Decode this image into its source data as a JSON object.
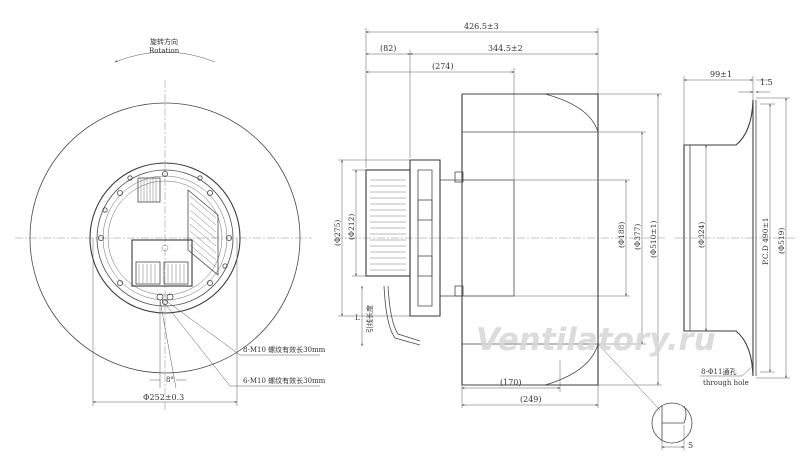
{
  "front_view": {
    "rotation_cn": "旋转方向",
    "rotation_en": "Rotation",
    "callout_m10_8": "8-M10  螺纹有效长30mm",
    "callout_m10_6": "6-M10  螺纹有效长30mm",
    "angle": "8°",
    "pcd": "Φ252±0.3"
  },
  "side_view": {
    "overall_length": "426.5±3",
    "motor_length": "(82)",
    "impeller_length": "344.5±2",
    "hub_length": "(274)",
    "dia_275": "(Φ275)",
    "dia_212": "(Φ212)",
    "dia_188": "(Φ188)",
    "dia_377": "(Φ377)",
    "dia_510": "(Φ510±1)",
    "lead_label": "L",
    "lead_note": "引线长度",
    "inlet_depth": "(170)",
    "outlet_width": "(249)"
  },
  "ring_view": {
    "ring_depth": "99±1",
    "ring_flange": "1.5",
    "dia_324": "(Φ324)",
    "pcd": "P.C.D 490±1",
    "dia_519": "(Φ519)",
    "holes_cn": "8-Φ11通孔",
    "holes_en": "through hole"
  },
  "detail": {
    "gap": "5"
  },
  "watermark": "Ventilatory.ru"
}
